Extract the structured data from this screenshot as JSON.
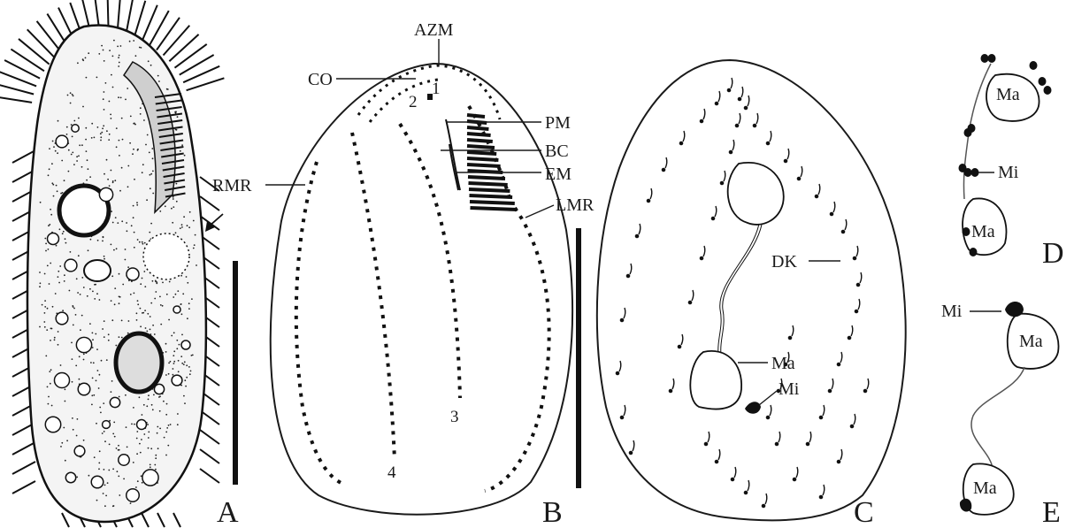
{
  "panels": {
    "A": "A",
    "B": "B",
    "C": "C",
    "D": "D",
    "E": "E"
  },
  "panel_b": {
    "labels": {
      "azm": "AZM",
      "co": "CO",
      "pm": "PM",
      "bc": "BC",
      "em": "EM",
      "rmr": "RMR",
      "lmr": "LMR"
    },
    "row_numbers": [
      "1",
      "2",
      "3",
      "4"
    ]
  },
  "panel_c": {
    "labels": {
      "dk": "DK",
      "ma": "Ma",
      "mi": "Mi"
    }
  },
  "panel_d": {
    "labels": {
      "ma_top": "Ma",
      "ma_bottom": "Ma",
      "mi": "Mi"
    }
  },
  "panel_e": {
    "labels": {
      "mi": "Mi",
      "ma_top": "Ma",
      "ma_bottom": "Ma"
    }
  }
}
